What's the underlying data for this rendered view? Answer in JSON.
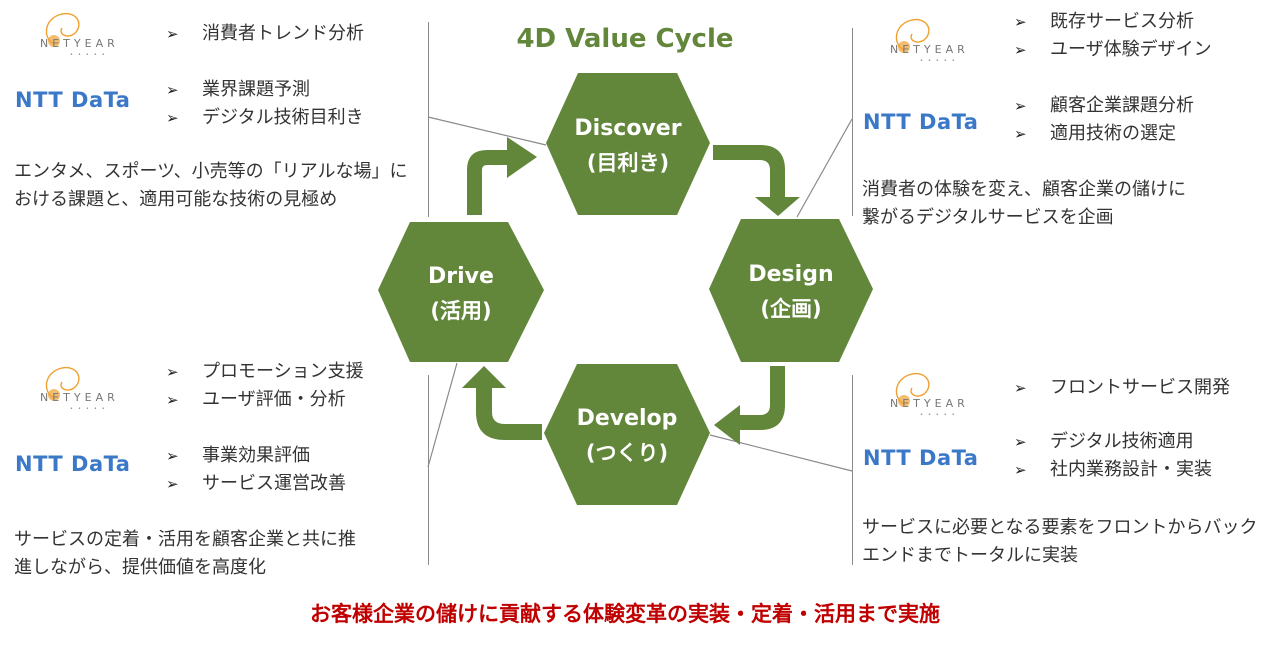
{
  "title": "4D Value Cycle",
  "colors": {
    "hexagon": "#62863A",
    "title": "#62863A",
    "footer": "#C00000",
    "nttdata": "#3B79C8",
    "netyear": "#F0A030",
    "connector": "#8A8A8A"
  },
  "logos": {
    "netyear": "NETYEAR",
    "nttdata": "NTT DaTa"
  },
  "bullet_icon": "arrowhead-bullet-icon",
  "bullet_glyph": "➢",
  "stages": [
    {
      "id": "discover",
      "en": "Discover",
      "jp": "(目利き)"
    },
    {
      "id": "design",
      "en": "Design",
      "jp": "(企画)"
    },
    {
      "id": "develop",
      "en": "Develop",
      "jp": "(つくり)"
    },
    {
      "id": "drive",
      "en": "Drive",
      "jp": "(活用)"
    }
  ],
  "quadrants": {
    "discover": {
      "netyear_items": [
        "消費者トレンド分析"
      ],
      "nttdata_items": [
        "業界課題予測",
        "デジタル技術目利き"
      ],
      "description": [
        "エンタメ、スポーツ、小売等の「リアルな場」に",
        "おける課題と、適用可能な技術の見極め"
      ]
    },
    "design": {
      "netyear_items": [
        "既存サービス分析",
        "ユーザ体験デザイン"
      ],
      "nttdata_items": [
        "顧客企業課題分析",
        "適用技術の選定"
      ],
      "description": [
        "消費者の体験を変え、顧客企業の儲けに",
        "繋がるデジタルサービスを企画"
      ]
    },
    "drive": {
      "netyear_items": [
        "プロモーション支援",
        "ユーザ評価・分析"
      ],
      "nttdata_items": [
        "事業効果評価",
        "サービス運営改善"
      ],
      "description": [
        "サービスの定着・活用を顧客企業と共に推",
        "進しながら、提供価値を高度化"
      ]
    },
    "develop": {
      "netyear_items": [
        "フロントサービス開発"
      ],
      "nttdata_items": [
        "デジタル技術適用",
        "社内業務設計・実装"
      ],
      "description": [
        "サービスに必要となる要素をフロントからバック",
        "エンドまでトータルに実装"
      ]
    }
  },
  "footer": "お客様企業の儲けに貢献する体験変革の実装・定着・活用まで実施"
}
